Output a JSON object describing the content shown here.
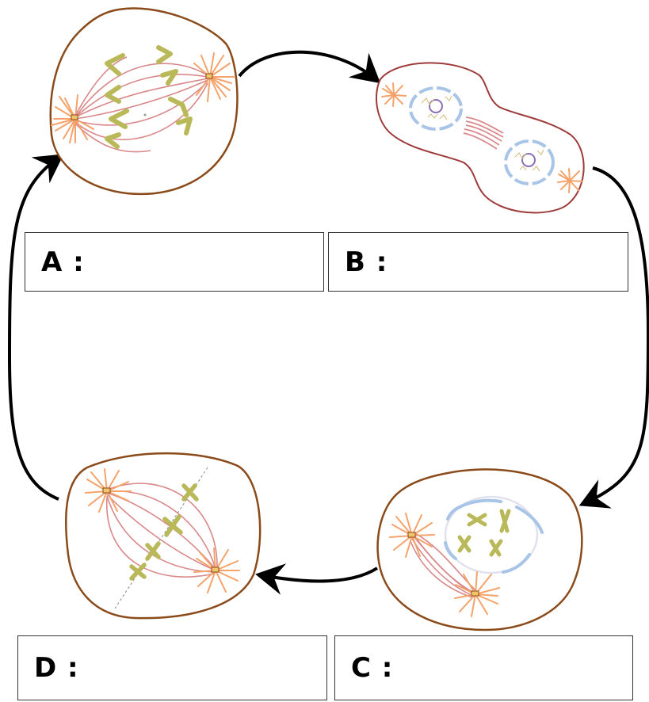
{
  "labels": {
    "a": "A :",
    "b": "B :",
    "c": "C :",
    "d": "D :"
  },
  "colors": {
    "cell_outline": "#8b4a1a",
    "telophase_outline": "#9e3a3a",
    "aster": "#f5a36b",
    "spindle": "#d9888a",
    "chromosome": "#b9b95a",
    "nuclear_envelope": "#a8c4e6",
    "nucleolus": "#8a6fb8",
    "arrow": "#000000"
  }
}
